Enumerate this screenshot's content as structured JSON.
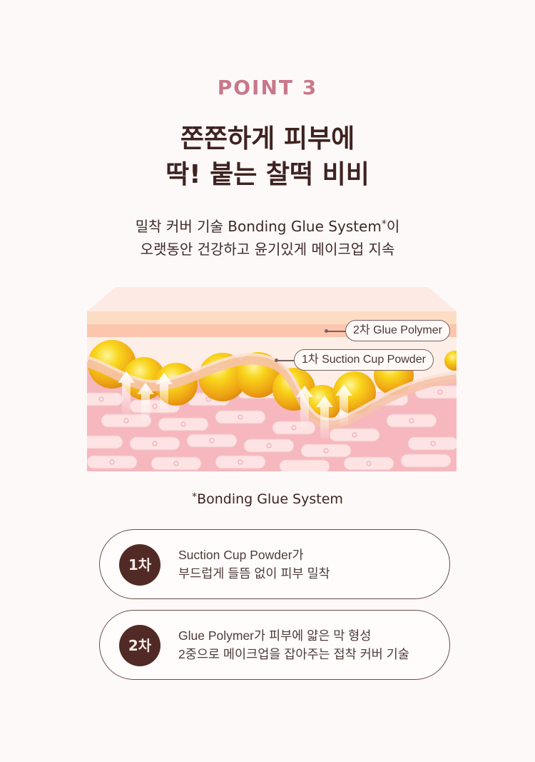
{
  "section": {
    "point_label": "POINT 3",
    "headline": [
      "쫀쫀하게 피부에",
      "딱! 붙는 찰떡 비비"
    ],
    "subcopy": {
      "line1_prefix": "밀착 커버 기술 Bonding Glue System",
      "line1_mark": "*",
      "line1_suffix": "이",
      "line2": "오랫동안 건강하고 윤기있게 메이크업 지속"
    }
  },
  "illustration": {
    "labels": {
      "glue_polymer": "2차 Glue Polymer",
      "suction_cup": "1차 Suction Cup Powder"
    },
    "colors": {
      "top_face": "#fde9e2",
      "layer_peach": "#fddcc4",
      "layer_salmon": "#fcc6ae",
      "layer_cream": "#fdeae3",
      "skin_base": "#f6b6bd",
      "cell": "#fde5e6",
      "powder": "#f5c21a",
      "membrane": "#f6c3ab"
    }
  },
  "footnote": {
    "mark": "*",
    "text": "Bonding Glue System"
  },
  "steps": [
    {
      "badge": "1차",
      "line1": "Suction Cup Powder가",
      "line2": "부드럽게 들뜸 없이 피부 밀착"
    },
    {
      "badge": "2차",
      "line1": "Glue Polymer가 피부에 얇은 막 형성",
      "line2": "2중으로 메이크업을 잡아주는 접착 커버 기술"
    }
  ],
  "colors": {
    "accent": "#c8788a",
    "text_dark": "#3e2321",
    "badge_bg": "#522a25",
    "background": "#fdf9f8"
  }
}
